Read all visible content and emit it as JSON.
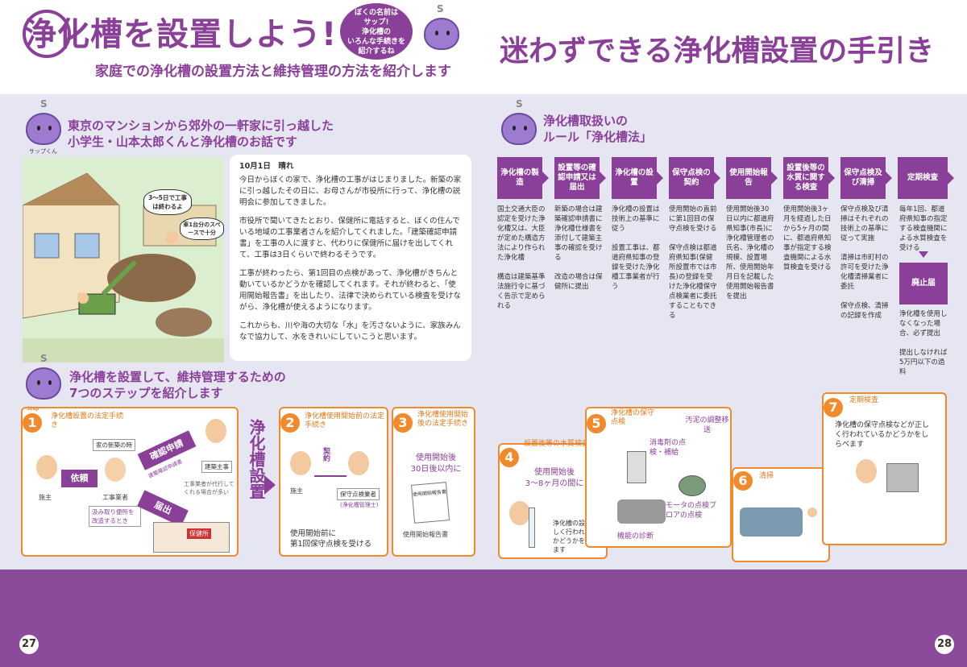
{
  "header": {
    "title_main": "浄化槽を設置しよう!",
    "subtitle": "家庭での浄化槽の設置方法と維持管理の方法を紹介します",
    "bubble_lines": [
      "ぼくの名前は",
      "サップ!",
      "浄化槽の",
      "いろんな手続きを",
      "紹介するね"
    ],
    "title_right": "迷わずできる浄化槽設置の手引き"
  },
  "left": {
    "story_title_lines": [
      "東京のマンションから郊外の一軒家に引っ越した",
      "小学生・山本太郎くんと浄化槽のお話です"
    ],
    "mascot_caption": "サップくん",
    "illus_bubble1": "3～5日で工事は終わるよ",
    "illus_bubble2": "車1台分のスペースで十分",
    "story_date": "10月1日　晴れ",
    "story_paragraphs": [
      "今日からぼくの家で、浄化槽の工事がはじまりました。新築の家に引っ越したその日に、お母さんが市役所に行って、浄化槽の説明会に参加してきました。",
      "市役所で聞いてきたとおり、保健所に電話すると、ぼくの住んでいる地域の工事業者さんを紹介してくれました。「建築確認申請書」を工事の人に渡すと、代わりに保健所に届けを出してくれて、工事は3日くらいで終わるそうです。",
      "工事が終わったら、第1回目の点検があって、浄化槽がきちんと動いているかどうかを確認してくれます。それが終わると、「使用開始報告書」を出したり、法律で決められている検査を受けながら、浄化槽が使えるようになります。",
      "これからも、川や海の大切な「水」を汚さないように、家族みんなで協力して、水をきれいにしていこうと思います。"
    ],
    "steps_title_lines": [
      "浄化槽を設置して、維持管理するための",
      "7つのステップを紹介します"
    ]
  },
  "steps_left": {
    "step_label": "Step",
    "s1": {
      "num": "1",
      "title": "浄化槽設置の法定手続き",
      "new_house": "家の新築の時",
      "request": "依頼",
      "confirm": "確認申請",
      "confirm_sub": "建築確認申請書",
      "submit": "届出",
      "proxy": "工事業者が代行してくれる場合が多い",
      "owner": "施主",
      "contractor": "工事業者",
      "builder": "建築主事",
      "replace": "汲み取り便所を改造するとき",
      "office": "保健所"
    },
    "vertical": "浄化槽設置",
    "s2": {
      "num": "2",
      "title": "浄化槽使用開始前の法定手続き",
      "contract": "契約",
      "owner": "施主",
      "inspector": "保守点検業者",
      "inspector_sub": "(浄化槽管理士)",
      "note1": "使用開始前に",
      "note2": "第1回保守点検を受ける"
    },
    "s3": {
      "num": "3",
      "title": "浄化槽使用開始後の法定手続き",
      "period1": "使用開始後",
      "period2": "30日後以内に",
      "doc": "使用開始報告書",
      "doc_caption": "使用開始報告書"
    }
  },
  "right": {
    "rule_title_lines": [
      "浄化槽取扱いの",
      "ルール「浄化槽法」"
    ],
    "flow": [
      {
        "label": "浄化槽の製造",
        "text": "国土交通大臣の認定を受けた浄化槽又は、大臣が定めた構造方法により作られた浄化槽\n\n構造は建築基準法施行令に基づく告示で定められる"
      },
      {
        "label": "設置等の確認申請又は届出",
        "text": "新築の場合は建築確認申請書に浄化槽仕様書を添付して建築主事の確認を受ける\n\n改造の場合は保健所に提出"
      },
      {
        "label": "浄化槽の設置",
        "text": "浄化槽の設置は技術上の基準に従う\n\n設置工事は、都道府県知事の登録を受けた浄化槽工事業者が行う"
      },
      {
        "label": "保守点検の契約",
        "text": "使用開始の直前に第1回目の保守点検を受ける\n\n保守点検は都道府県知事(保健所設置市では市長)の登録を受けた浄化槽保守点検業者に委託することもできる"
      },
      {
        "label": "使用開始報告",
        "text": "使用開始後30日以内に都道府県知事(市長)に浄化槽管理者の氏名、浄化槽の規模、設置場所、使用開始年月日を記載した使用開始報告書を提出"
      },
      {
        "label": "設置後等の水質に関する検査",
        "text": "使用開始後3ヶ月を経過した日から5ヶ月の間に、都道府県知事が指定する検査機関による水質検査を受ける"
      },
      {
        "label": "保守点検及び清掃",
        "text": "保守点検及び清掃はそれぞれの技術上の基準に従って実施\n\n清掃は市町村の許可を受けた浄化槽清掃業者に委託\n\n保守点検、清掃の記録を作成"
      },
      {
        "label": "定期検査",
        "text": "毎年1回、都道府県知事の指定する検査機関による水質検査を受ける"
      }
    ],
    "abolish_label": "廃止届",
    "abolish_text": "浄化槽を使用しなくなった場合、必ず提出\n\n提出しなければ5万円以下の過料"
  },
  "steps_right": {
    "s4": {
      "num": "4",
      "title": "設置後等の水質検査",
      "period1": "使用開始後",
      "period2": "3～8ヶ月の間に",
      "note": "浄化槽の設置が正しく行われているかどうかをしらべます"
    },
    "s5": {
      "num": "5",
      "title": "浄化槽の保守点検",
      "sludge": "汚泥の調整移送",
      "disinfect": "消毒剤の点検・補給",
      "motor": "モータの点検ブロアの点検",
      "function": "機能の診断"
    },
    "s6": {
      "num": "6",
      "title": "清掃"
    },
    "s7": {
      "num": "7",
      "title": "定期検査",
      "note": "浄化槽の保守点検などが正しく行われているかどうかをしらべます"
    }
  },
  "footer": {
    "page_left": "27",
    "page_right": "28"
  }
}
